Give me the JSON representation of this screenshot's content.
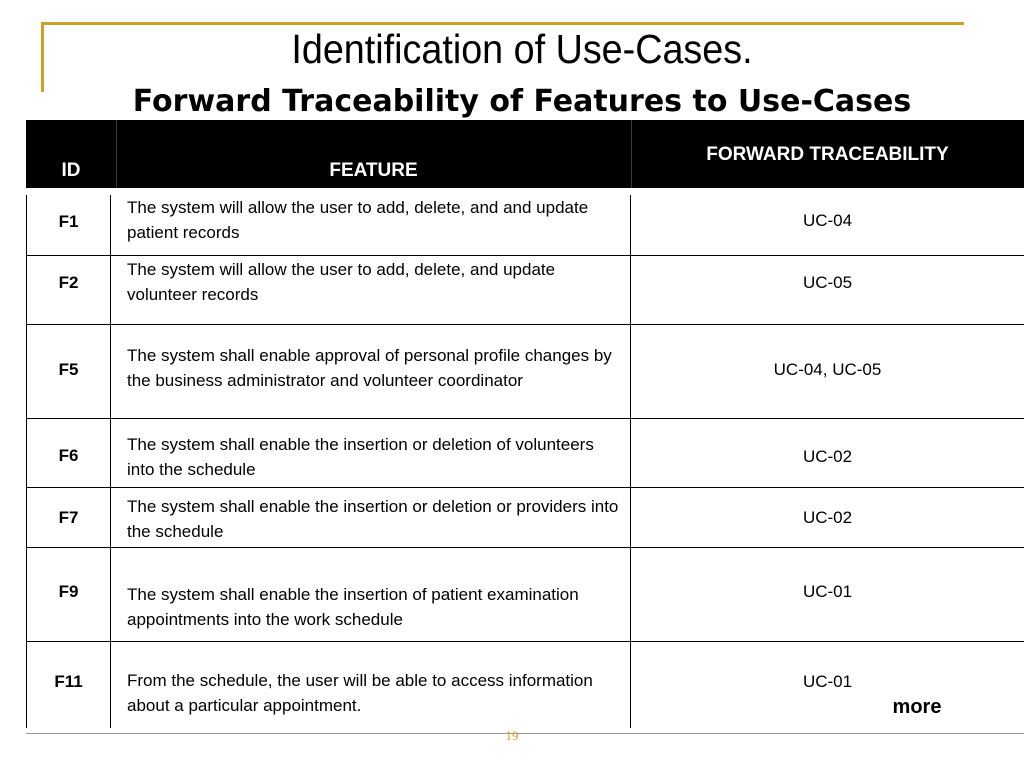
{
  "slide": {
    "title": "Identification of Use-Cases.",
    "subtitle": "Forward Traceability of  Features to Use-Cases",
    "more_label": "more",
    "page_number": "19",
    "accent_color": "#c9a227"
  },
  "table": {
    "headers": {
      "id": "ID",
      "feature": "FEATURE",
      "trace": "FORWARD TRACEABILITY"
    },
    "rows": [
      {
        "id": "F1",
        "feature": "The system will allow the user to add, delete,   and and update patient records",
        "trace": "UC-04"
      },
      {
        "id": "F2",
        "feature": "The system will allow the user to add, delete, and update volunteer records",
        "trace": "UC-05"
      },
      {
        "id": "F5",
        "feature": "The system shall enable approval of personal profile changes by the business administrator and volunteer coordinator",
        "trace": "UC-04, UC-05"
      },
      {
        "id": "F6",
        "feature": "The system shall enable the insertion or deletion of volunteers into the schedule",
        "trace": "UC-02"
      },
      {
        "id": "F7",
        "feature": "The system shall enable the insertion or deletion or providers into the schedule",
        "trace": "UC-02"
      },
      {
        "id": "F9",
        "feature": "The system shall enable the insertion of patient examination appointments into the work schedule",
        "trace": "UC-01"
      },
      {
        "id": "F11",
        "feature": "From the schedule, the user will be able to access information about a particular appointment.",
        "trace": "UC-01"
      }
    ]
  }
}
